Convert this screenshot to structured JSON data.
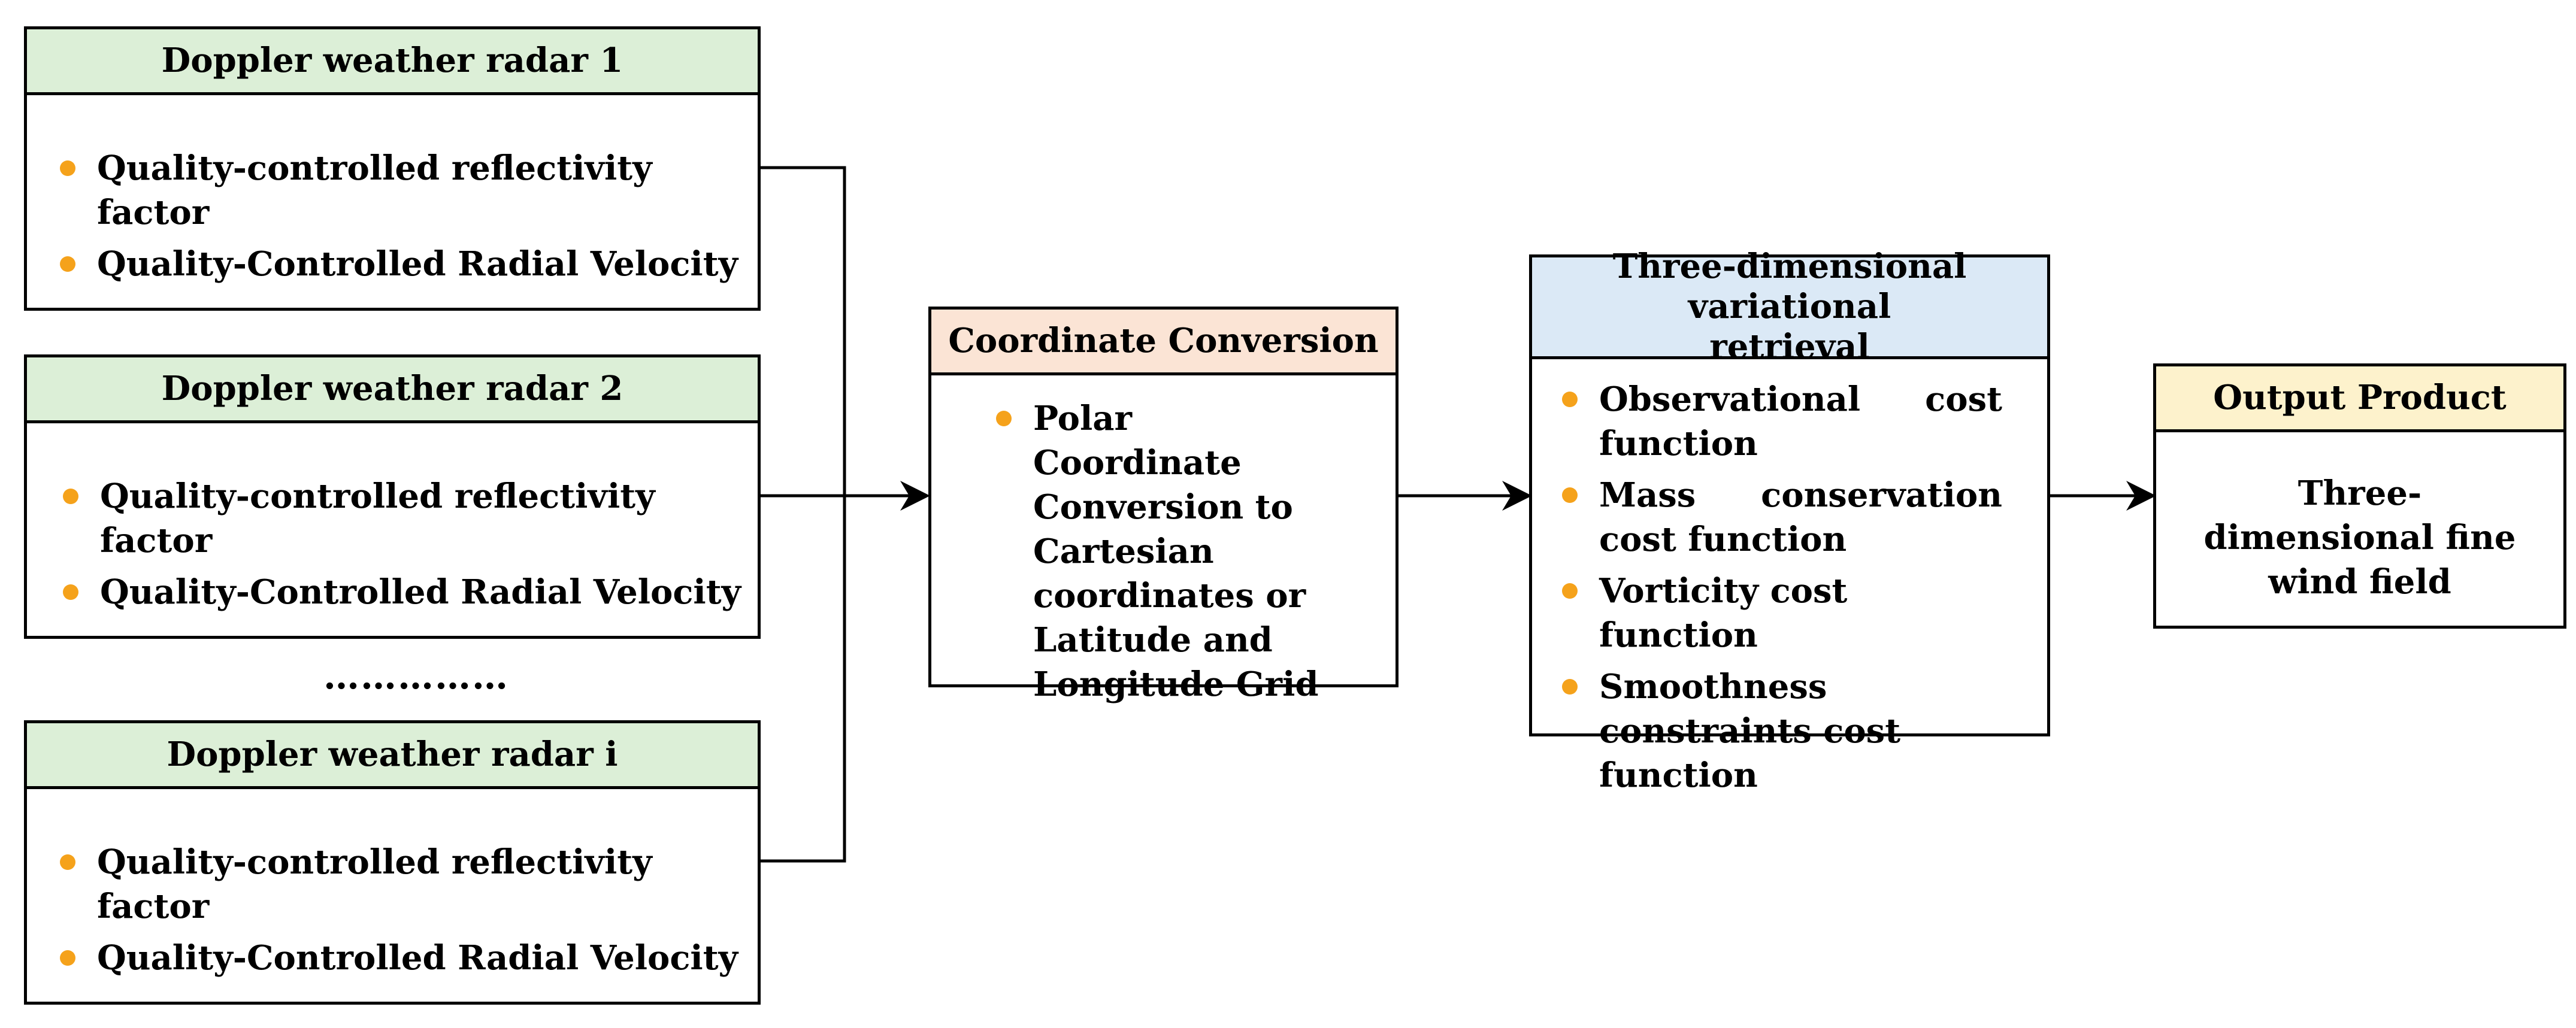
{
  "radars": [
    {
      "title": "Doppler weather radar 1",
      "items": [
        "Quality-controlled reflectivity factor",
        "Quality-Controlled Radial Velocity"
      ]
    },
    {
      "title": "Doppler weather radar 2",
      "items": [
        "Quality-controlled reflectivity factor",
        "Quality-Controlled Radial Velocity"
      ]
    },
    {
      "title": "Doppler weather radar i",
      "items": [
        "Quality-controlled reflectivity factor",
        "Quality-Controlled Radial Velocity"
      ]
    }
  ],
  "ellipsis": "……………",
  "conversion": {
    "title": "Coordinate Conversion",
    "item": "Polar Coordinate Conversion to Cartesian coordinates or Latitude and Longitude Grid"
  },
  "retrieval": {
    "title": "Three-dimensional variational retrieval",
    "items": [
      "Observational cost function",
      "Mass conservation cost function",
      "Vorticity cost function",
      "Smoothness constraints cost function"
    ]
  },
  "output": {
    "title": "Output Product",
    "text": "Three-dimensional fine wind field"
  },
  "colors": {
    "radar_header": "#dcefd7",
    "conversion_header": "#fbe4d5",
    "retrieval_header": "#dbe9f6",
    "output_header": "#fdf2cc",
    "bullet": "#f5a21b"
  }
}
